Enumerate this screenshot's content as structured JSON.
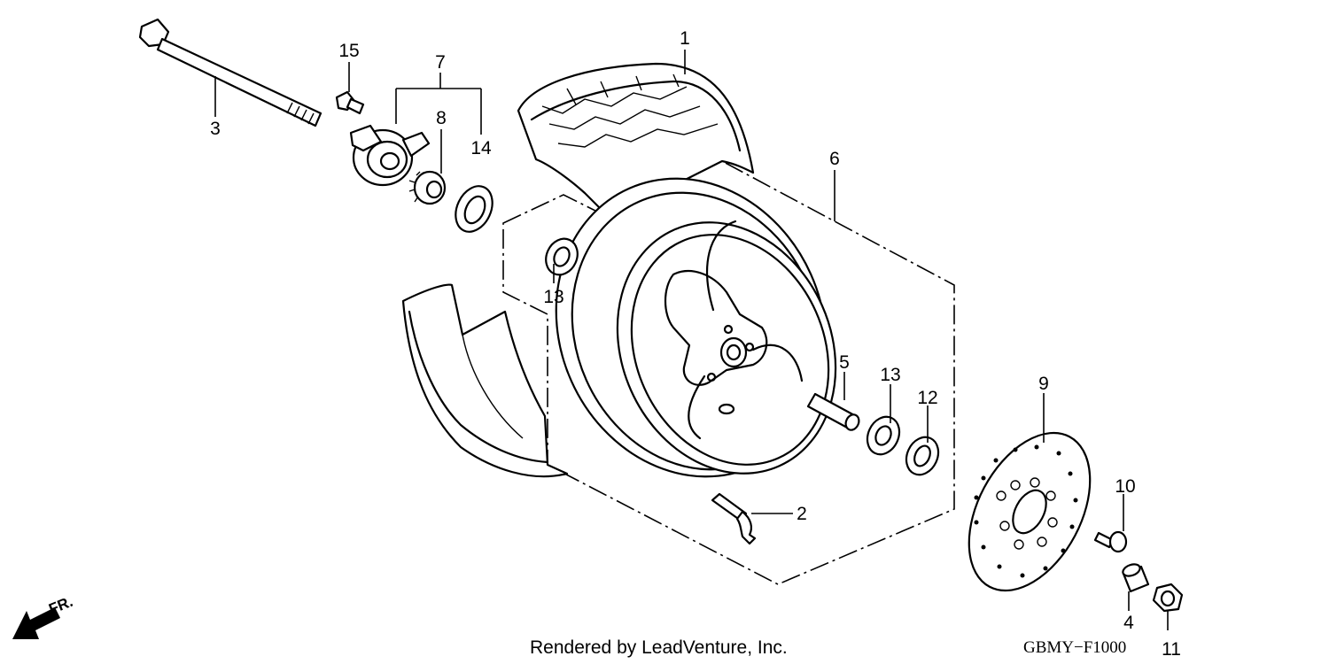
{
  "callouts": {
    "c1": "1",
    "c2": "2",
    "c3": "3",
    "c4": "4",
    "c5": "5",
    "c6": "6",
    "c7": "7",
    "c8": "8",
    "c9": "9",
    "c10": "10",
    "c11": "11",
    "c12": "12",
    "c13a": "13",
    "c13b": "13",
    "c14": "14",
    "c15": "15"
  },
  "footer": {
    "rendered_by": "Rendered by LeadVenture, Inc.",
    "diagram_code": "GBMY−F1000"
  },
  "direction": {
    "label": "FR."
  },
  "colors": {
    "ink": "#000000",
    "paper": "#ffffff"
  },
  "icons": {
    "direction": "arrow-down-left-icon"
  }
}
